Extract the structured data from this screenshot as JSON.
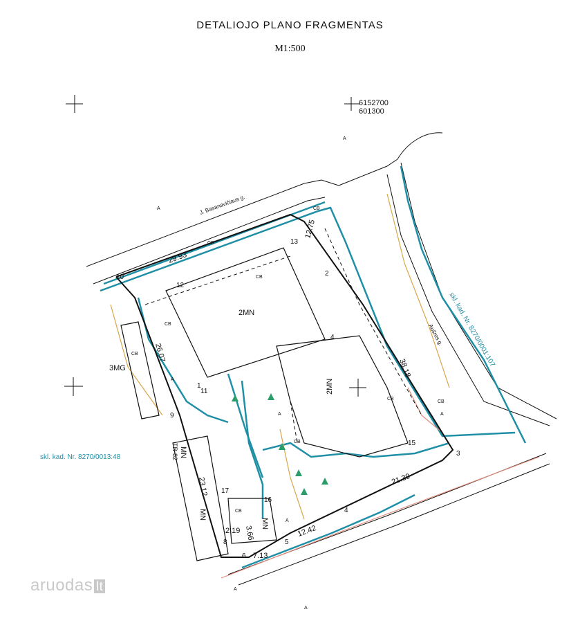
{
  "header": {
    "title": "DETALIOJO PLANO FRAGMENTAS",
    "scale": "M1:500"
  },
  "coords": {
    "north": "6152700",
    "east": "601300"
  },
  "streets": {
    "street_a": "J. Basanavičiaus g.",
    "street_b": "Aušros g."
  },
  "parcels": {
    "east": "skl. kad. Nr. 8270/0001:107",
    "west": "skl. kad. Nr. 8270/0013:48"
  },
  "zones": {
    "zone_2mn_a": "2MN",
    "zone_2mn_b": "2MN",
    "zone_3mg": "3MG",
    "zone_mn_a": "MN",
    "zone_mn_b": "MN",
    "zone_mn_c": "MN",
    "zone_tr": "TR-82"
  },
  "dimensions": {
    "d1": "29.93",
    "d2": "12.75",
    "d3": "26.07",
    "d4": "38.18",
    "d5": "23.12",
    "d6": "21.39",
    "d7": "2.19",
    "d8": "3.66",
    "d9": "7.13",
    "d10": "12.42"
  },
  "points": {
    "p1": "1",
    "p2": "2",
    "p3": "3",
    "p4": "4",
    "p4b": "4",
    "p5": "5",
    "p6": "6",
    "p8": "8",
    "p9": "9",
    "p10": "10",
    "p11": "11",
    "p12": "12",
    "p13": "13",
    "p15": "15",
    "p16": "16",
    "p17": "17"
  },
  "markers": {
    "a": "A",
    "cb": "CB"
  },
  "watermark": {
    "text": "aruodas",
    "suffix": "lt"
  },
  "colors": {
    "ink": "#111111",
    "teal": "#1f8fa6",
    "orange": "#d9a54a",
    "red": "#e08a7a",
    "green": "#2a9d6a"
  }
}
